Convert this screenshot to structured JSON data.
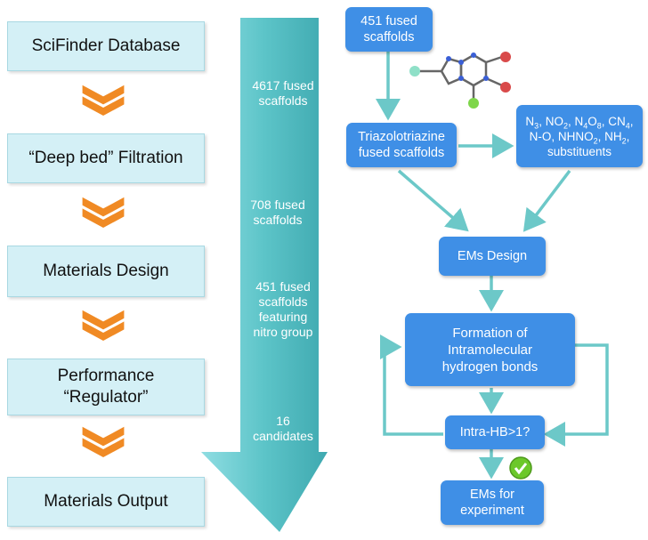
{
  "colors": {
    "stage_fill": "#d4f0f6",
    "chevron": "#f08a24",
    "arrow_fill": "#5cc4c8",
    "box_fill": "#3f8fe6",
    "connector": "#6cc8c8",
    "check": "#6cc82a"
  },
  "stages": [
    {
      "label": "SciFinder Database"
    },
    {
      "label": "“Deep bed” Filtration"
    },
    {
      "label": "Materials Design"
    },
    {
      "label_line1": "Performance",
      "label_line2": "“Regulator”"
    },
    {
      "label": "Materials Output"
    }
  ],
  "funnel": {
    "label1_l1": "4617 fused",
    "label1_l2": "scaffolds",
    "label2_l1": "708 fused",
    "label2_l2": "scaffolds",
    "label3_l1": "451 fused",
    "label3_l2": "scaffolds",
    "label3_l3": "featuring",
    "label3_l4": "nitro group",
    "label4_l1": "16",
    "label4_l2": "candidates"
  },
  "flow": {
    "box_451_l1": "451 fused",
    "box_451_l2": "scaffolds",
    "triazolo_l1": "Triazolotriazine",
    "triazolo_l2": "fused scaffolds",
    "subs_line1": {
      "n": "N",
      "s1": "3",
      "no": ", NO",
      "s2": "2",
      "n4": ", N",
      "s3": "4",
      "o": "O",
      "s4": "8",
      "cn": ", CN",
      "s5": "4",
      "end": ","
    },
    "subs_line2": {
      "a": "N-O, NHNO",
      "s1": "2",
      "b": ", NH",
      "s2": "2",
      "c": ","
    },
    "subs_line3": "substituents",
    "ems_design": "EMs Design",
    "formation_l1": "Formation of",
    "formation_l2": "Intramolecular",
    "formation_l3": "hydrogen bonds",
    "intra_hb": "Intra-HB>1?",
    "ems_exp_l1": "EMs for",
    "ems_exp_l2": "experiment"
  },
  "icons": {
    "chevron": "double-chevron-down-icon",
    "check": "check-circle-icon",
    "molecule": "triazolotriazine-molecule-icon"
  }
}
